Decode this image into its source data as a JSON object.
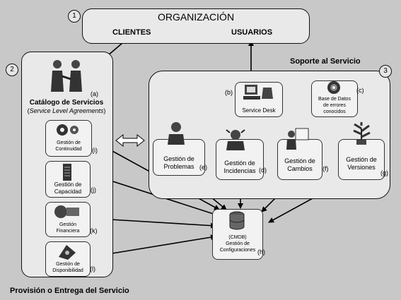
{
  "org": {
    "number": "1",
    "title": "ORGANIZACIÓN",
    "clients": "CLIENTES",
    "users": "USUARIOS"
  },
  "provision": {
    "number": "2",
    "catalog_title": "Catálogo de Servicios",
    "catalog_sub": "Service Level Agreements",
    "catalog_tag": "(a)",
    "footer": "Provisión o Entrega del Servicio",
    "items": [
      {
        "line1": "Gestión de",
        "line2": "Continuidad",
        "tag": "(i)"
      },
      {
        "line1": "Gestión de",
        "line2": "Capacidad",
        "tag": "(j)"
      },
      {
        "line1": "Gestión",
        "line2": "Financiera",
        "tag": "(k)"
      },
      {
        "line1": "Gestión de",
        "line2": "Disponibilidad",
        "tag": "(l)"
      }
    ]
  },
  "support": {
    "number": "3",
    "title": "Soporte al Servicio",
    "service_desk": {
      "label": "Service Desk",
      "tag": "(b)"
    },
    "known_errors": {
      "line1": "Base de Datos",
      "line2": "de errores",
      "line3": "conocidos",
      "tag": "(c)"
    },
    "problems": {
      "line1": "Gestión de",
      "line2": "Problemas",
      "tag": "(e)"
    },
    "incidents": {
      "line1": "Gestión de",
      "line2": "Incidencias",
      "tag": "(d)"
    },
    "changes": {
      "line1": "Gestión de",
      "line2": "Cambios",
      "tag": "(f)"
    },
    "versions": {
      "line1": "Gestión de",
      "line2": "Versiones",
      "tag": "(g)"
    }
  },
  "cmdb": {
    "line1": "(CMDB)",
    "line2": "Gestión de",
    "line3": "Configuraciones",
    "tag": "(h)"
  }
}
